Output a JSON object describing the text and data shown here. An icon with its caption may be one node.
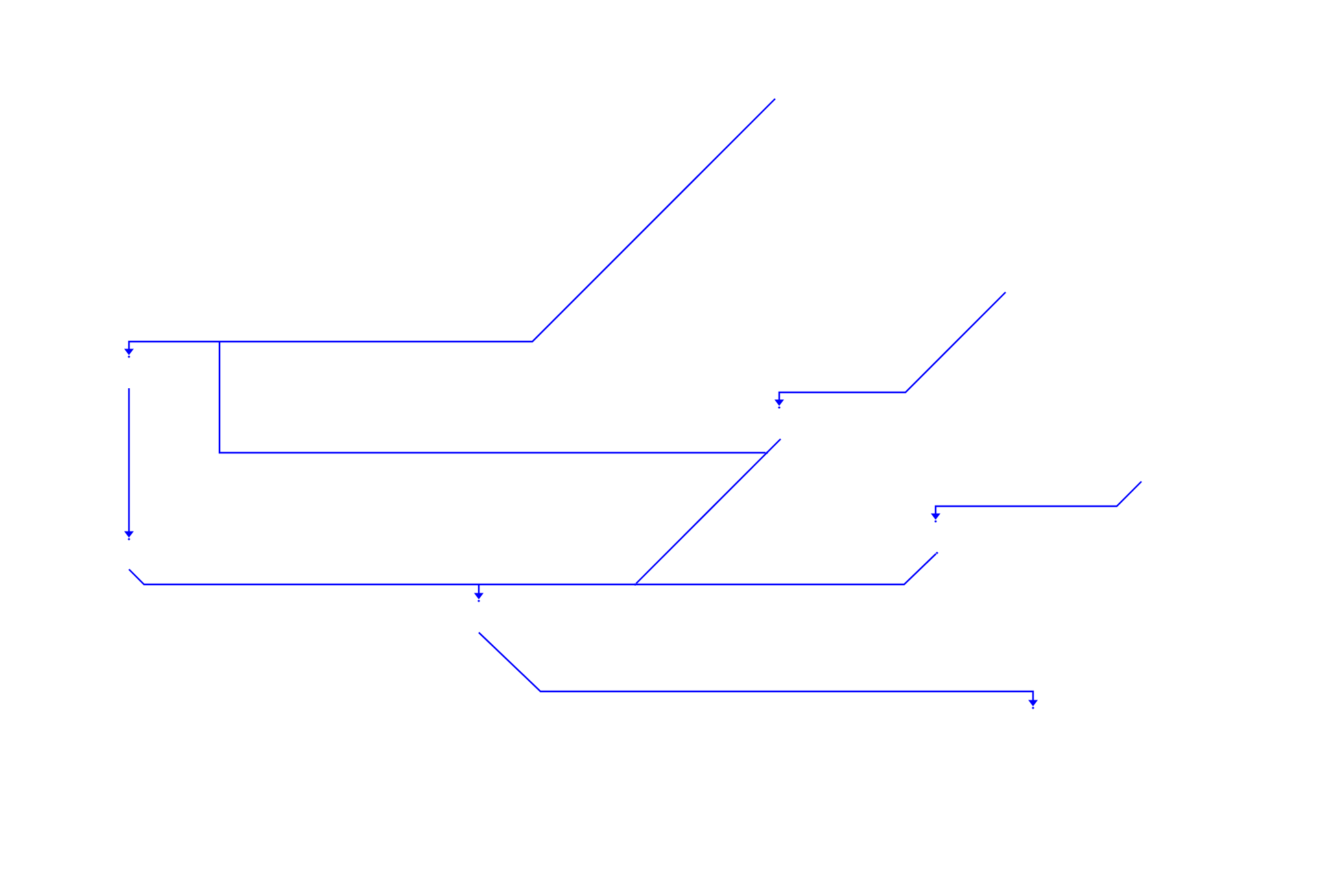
{
  "diagram": {
    "nodes": [
      {
        "text": [],
        "shape": "point"
      },
      {
        "text": [],
        "shape": "point"
      },
      {
        "text": [],
        "shape": "point"
      },
      {
        "text": [],
        "shape": "point"
      },
      {
        "text": [],
        "shape": "point"
      },
      {
        "text": [],
        "shape": "point"
      },
      {
        "text": [],
        "shape": "point"
      },
      {
        "text": [],
        "shape": "point"
      },
      {
        "text": [],
        "shape": "point"
      }
    ],
    "edges": [
      {
        "from": null,
        "to": 0,
        "arrow": "to"
      },
      {
        "from": null,
        "to": 2,
        "arrow": "none"
      },
      {
        "from": null,
        "to": 1,
        "arrow": "to"
      },
      {
        "from": null,
        "to": 4,
        "arrow": "to"
      },
      {
        "from": null,
        "to": 3,
        "arrow": "to"
      },
      {
        "from": null,
        "to": 6,
        "arrow": "none"
      },
      {
        "from": null,
        "to": 5,
        "arrow": "none"
      },
      {
        "from": null,
        "to": 7,
        "arrow": "to"
      },
      {
        "from": null,
        "to": 8,
        "arrow": "to"
      }
    ]
  }
}
